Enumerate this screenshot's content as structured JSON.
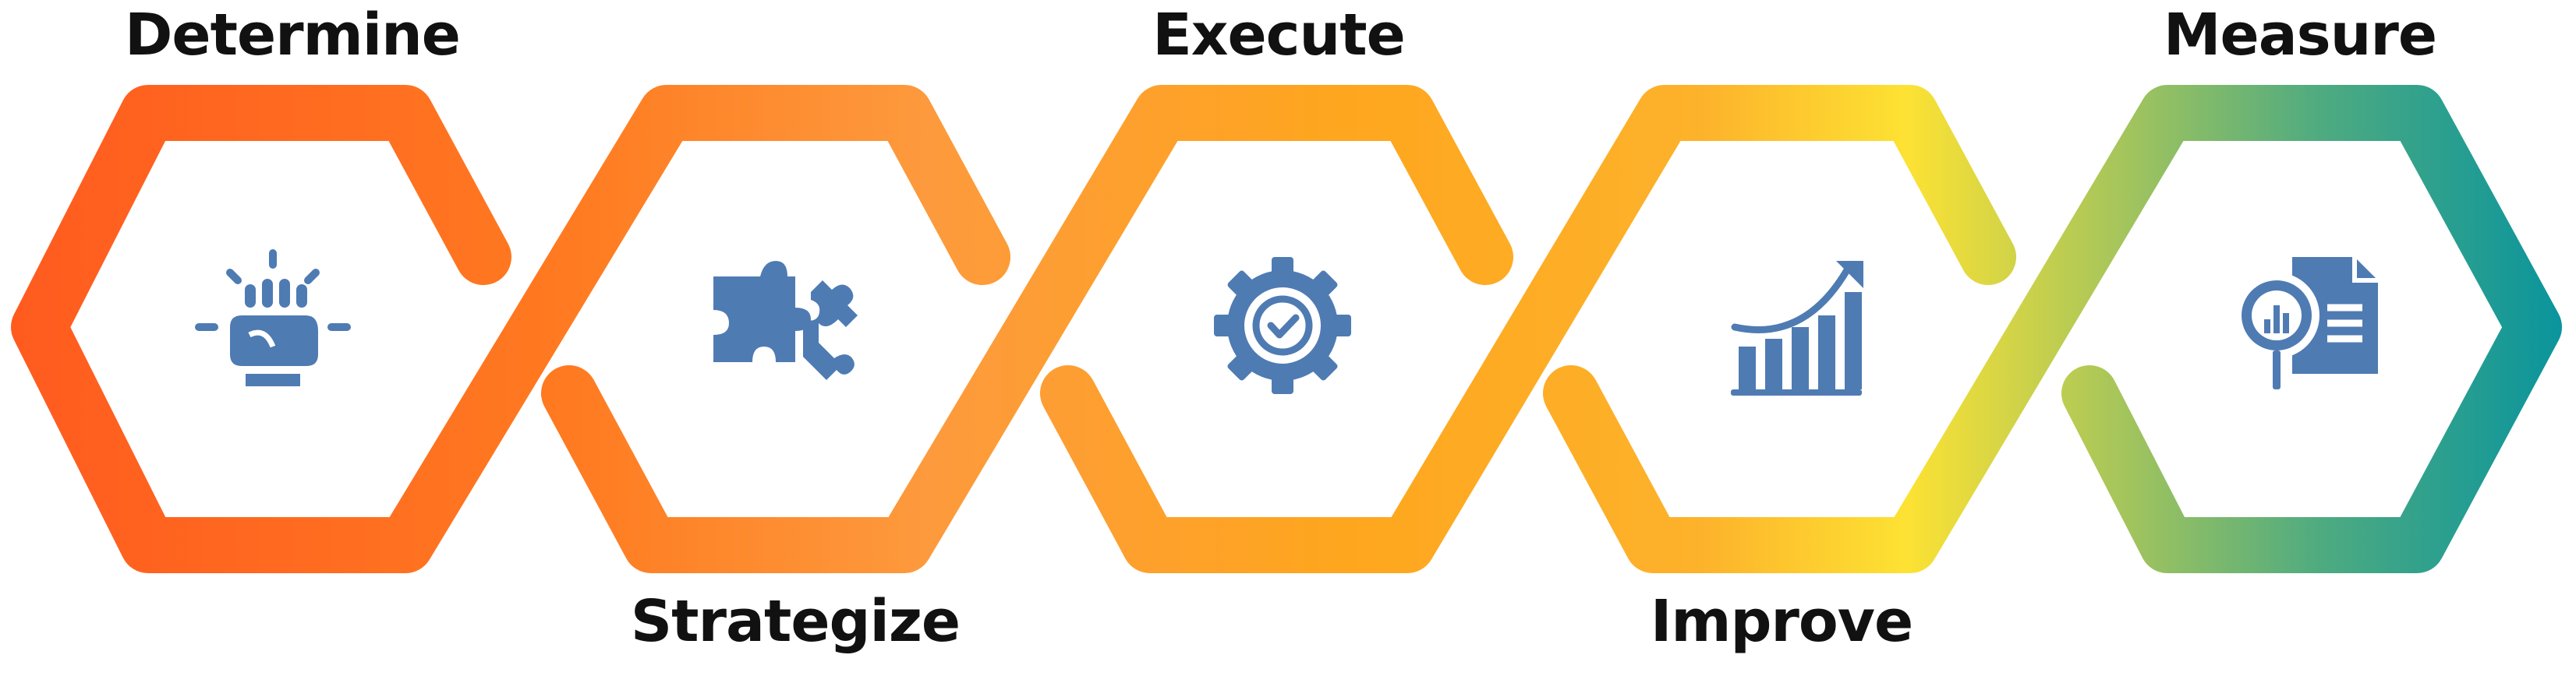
{
  "steps": [
    {
      "label": "Determine",
      "icon": "raised-fist-icon"
    },
    {
      "label": "Strategize",
      "icon": "puzzle-pieces-icon"
    },
    {
      "label": "Execute",
      "icon": "gear-check-icon"
    },
    {
      "label": "Improve",
      "icon": "growth-bar-chart-icon"
    },
    {
      "label": "Measure",
      "icon": "report-magnifier-icon"
    }
  ],
  "colors": {
    "gradient": [
      "#ff5a1f",
      "#ff7a20",
      "#fd9a3d",
      "#fea61e",
      "#fdb22b",
      "#fde233",
      "#a9c65a",
      "#4fab80",
      "#06939e"
    ],
    "icon": "#4f7bb3",
    "text": "#111111"
  }
}
